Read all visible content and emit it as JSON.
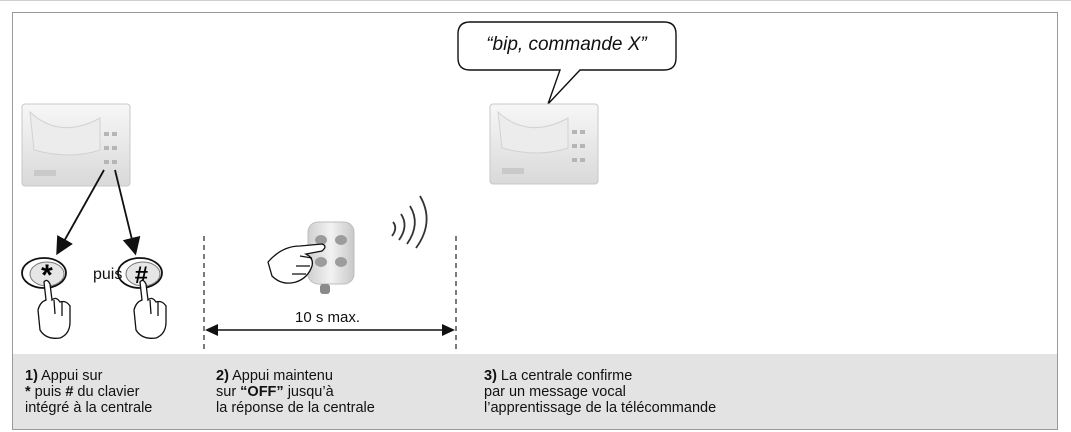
{
  "bubble": {
    "text": "“bip, commande X”"
  },
  "step1": {
    "connector": "puis",
    "caption": {
      "num": "1)",
      "l1_rest": " Appui sur",
      "l2_star": "*",
      "l2_mid": " puis ",
      "l2_hash": "#",
      "l2_rest": " du clavier",
      "l3": "intégré à la centrale"
    }
  },
  "step2": {
    "duration": "10 s max.",
    "caption": {
      "num": "2)",
      "l1_rest": " Appui maintenu",
      "l2_pre": "sur ",
      "l2_bold": "“OFF”",
      "l2_rest": " jusqu’à",
      "l3": "la réponse de la centrale"
    }
  },
  "step3": {
    "caption": {
      "num": "3)",
      "l1_rest": " La centrale confirme",
      "l2": "par un message vocal",
      "l3": "l’apprentissage de la télécommande"
    }
  }
}
